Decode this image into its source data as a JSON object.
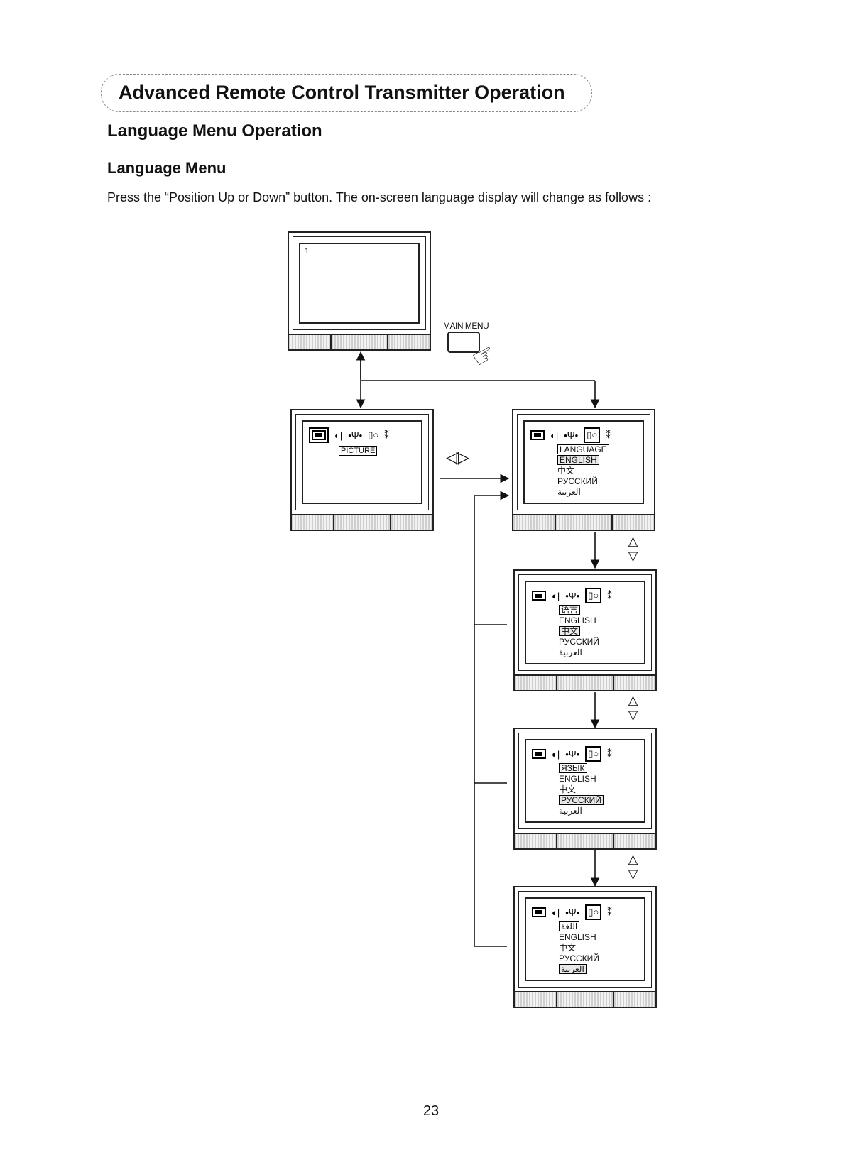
{
  "header": {
    "banner": "Advanced Remote Control Transmitter Operation",
    "section": "Language Menu Operation",
    "subsection": "Language Menu",
    "instruction": "Press the “Position Up or Down” button. The on-screen language display will change as follows :"
  },
  "remote": {
    "button_label": "MAIN MENU",
    "lr_glyph": "◁▷",
    "ud_glyph": "△▽"
  },
  "tv_start": {
    "channel": "1"
  },
  "tv_picture": {
    "label": "PICTURE"
  },
  "tv_lang1": {
    "items": [
      "LANGUAGE",
      "ENGLISH",
      "中文",
      "РУССКИЙ",
      "العربية"
    ]
  },
  "tv_lang2": {
    "items": [
      "语言",
      "ENGLISH",
      "中文",
      "РУССКИЙ",
      "العربية"
    ]
  },
  "tv_lang3": {
    "items": [
      "ЯЗЫК",
      "ENGLISH",
      "中文",
      "РУССКИЙ",
      "العربية"
    ]
  },
  "tv_lang4": {
    "items": [
      "اللغة",
      "ENGLISH",
      "中文",
      "РУССКИЙ",
      "العربية"
    ]
  },
  "footer": {
    "page_number": "23"
  }
}
